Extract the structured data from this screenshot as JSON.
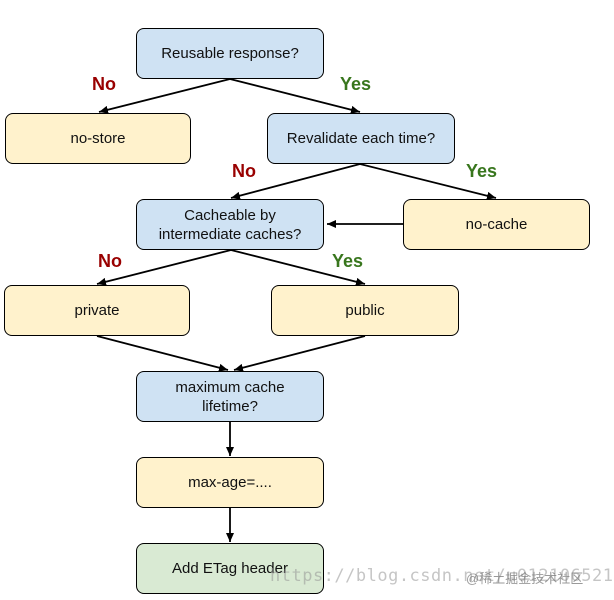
{
  "nodes": {
    "reusable": "Reusable response?",
    "no_store": "no-store",
    "revalidate": "Revalidate each time?",
    "cacheable": "Cacheable by intermediate caches?",
    "no_cache": "no-cache",
    "private": "private",
    "public": "public",
    "max_lifetime": "maximum cache lifetime?",
    "max_age": "max-age=....",
    "etag": "Add ETag header"
  },
  "edge_labels": {
    "reusable_no": "No",
    "reusable_yes": "Yes",
    "revalidate_no": "No",
    "revalidate_yes": "Yes",
    "cacheable_no": "No",
    "cacheable_yes": "Yes"
  },
  "watermark": {
    "url": "https://blog.csdn.net/u012106521",
    "brand": "@稀土掘金技术社区"
  },
  "colors": {
    "question_fill": "#cfe2f3",
    "answer_fill": "#fff2cc",
    "final_fill": "#d9ead3",
    "no_label": "#990000",
    "yes_label": "#38761d"
  }
}
